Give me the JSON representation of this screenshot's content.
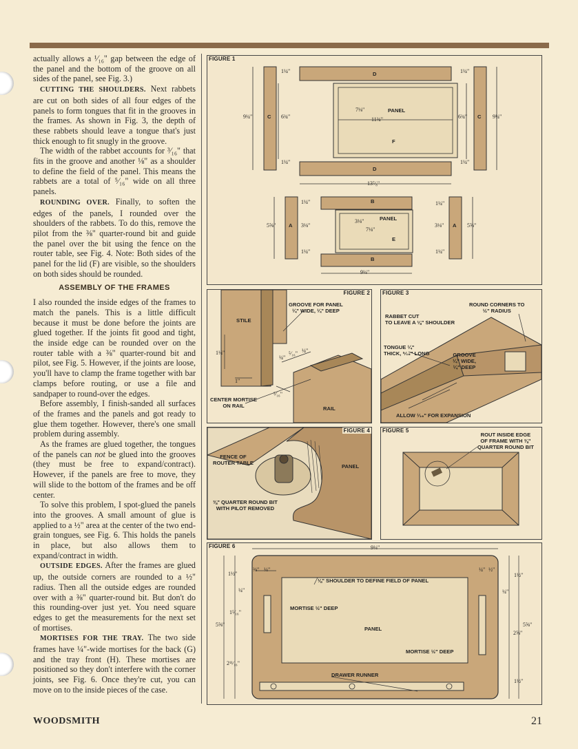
{
  "page": {
    "publication": "WOODSMITH",
    "page_number": "21"
  },
  "body": {
    "p1": "actually allows a ¹⁄₁₆\" gap between the edge of the panel and the bottom of the groove on all sides of the panel, see Fig. 3.)",
    "p2_head": "CUTTING THE SHOULDERS.",
    "p2": " Next rabbets are cut on both sides of all four edges of the panels to form tongues that fit in the grooves in the frames. As shown in Fig. 3, the depth of these rabbets should leave a tongue that's just thick enough to fit snugly in the groove.",
    "p3": "The width of the rabbet accounts for ³⁄₁₆\" that fits in the groove and another ⅛\" as a shoulder to define the field of the panel. This means the rabbets are a total of ⁵⁄₁₆\" wide on all three panels.",
    "p4_head": "ROUNDING OVER.",
    "p4": " Finally, to soften the edges of the panels, I rounded over the shoulders of the rabbets. To do this, remove the pilot from the ⅜\" quarter-round bit and guide the panel over the bit using the fence on the router table, see Fig. 4. Note: Both sides of the panel for the lid (F) are visible, so the shoulders on both sides should be rounded.",
    "h_assembly": "ASSEMBLY OF THE FRAMES",
    "p5": "I also rounded the inside edges of the frames to match the panels. This is a little difficult because it must be done before the joints are glued together. If the joints fit good and tight, the inside edge can be rounded over on the router table with a ⅜\" quarter-round bit and pilot, see Fig. 5. However, if the joints are loose, you'll have to clamp the frame together with bar clamps before routing, or use a file and sandpaper to round-over the edges.",
    "p6": "Before assembly, I finish-sanded all surfaces of the frames and the panels and got ready to glue them together. However, there's one small problem during assembly.",
    "p7a": "As the frames are glued together, the tongues of the panels can ",
    "p7_em": "not",
    "p7b": " be glued into the grooves (they must be free to expand/contract). However, if the panels are free to move, they will slide to the bottom of the frames and be off center.",
    "p8": "To solve this problem, I spot-glued the panels into the grooves. A small amount of glue is applied to a ½\" area at the center of the two end-grain tongues, see Fig. 6. This holds the panels in place, but also allows them to expand/contract in width.",
    "p9_head": "OUTSIDE EDGES.",
    "p9": " After the frames are glued up, the outside corners are rounded to a ½\" radius. Then all the outside edges are rounded over with a ⅜\" quarter-round bit. But don't do this rounding-over just yet. You need square edges to get the measurements for the next set of mortises.",
    "p10_head": "MORTISES FOR THE TRAY.",
    "p10": " The two side frames have ¼\"-wide mortises for the back (G) and the tray front (H). These mortises are positioned so they don't interfere with the corner joints, see Fig. 6. Once they're cut, you can move on to the inside pieces of the case."
  },
  "figures": {
    "fig1": {
      "title": "FIGURE 1",
      "parts": {
        "C": "C",
        "D": "D",
        "F": "F",
        "A": "A",
        "B": "B",
        "E": "E"
      },
      "panel": "PANEL",
      "dims": {
        "top_rail": "1¼\"",
        "left_h": "9¼\"",
        "inner_h": "6¾\"",
        "panel_h": "7⅛\"",
        "panel_w": "11¾\"",
        "bottom_rail": "1¼\"",
        "width": "13⁷⁄₈\"",
        "r_top": "1¼\"",
        "r_inner": "6¾\"",
        "r_h": "9¼\"",
        "r_bottom": "1¼\"",
        "s_top": "1¼\"",
        "s_h": "5⅝\"",
        "s_inner": "3⅛\"",
        "s_panel_h": "3⅛\"",
        "s_panel_w": "7⅛\"",
        "s_bottom": "1¼\"",
        "s_width": "9¼\"",
        "sr_top": "1¼\"",
        "sr_inner": "3⅛\"",
        "sr_h": "5⅝\"",
        "sr_bottom": "1¼\""
      }
    },
    "fig2": {
      "title": "FIGURE 2",
      "groove": "GROOVE FOR PANEL\n¼\" WIDE, ¼\" DEEP",
      "stile": "STILE",
      "rail": "RAIL",
      "mortise": "CENTER MORTISE\nON RAIL",
      "d1": "1¼\"",
      "d2": "1\"",
      "d3": "⁵⁄₁₆\"",
      "d4": "¼\"",
      "d5": "⁵⁄₁₆\"",
      "d6": "¼\""
    },
    "fig3": {
      "title": "FIGURE 3",
      "round": "ROUND CORNERS TO\n½\" RADIUS",
      "rabbet": "RABBET CUT\nTO LEAVE A ⅛\" SHOULDER",
      "tongue": "TONGUE ¼\"\nTHICK, ⁵⁄₁₆\" LONG",
      "groove": "GROOVE\n¼\" WIDE,\n¼\" DEEP",
      "allow": "ALLOW ¹⁄₁₆\" FOR EXPANSION"
    },
    "fig4": {
      "title": "FIGURE 4",
      "fence": "FENCE OF\nROUTER TABLE",
      "panel": "PANEL",
      "bit": "⅜\" QUARTER ROUND BIT\nWITH PILOT REMOVED"
    },
    "fig5": {
      "title": "FIGURE 5",
      "rout": "ROUT INSIDE EDGE\nOF FRAME WITH ⅜\"\nQUARTER ROUND BIT"
    },
    "fig6": {
      "title": "FIGURE 6",
      "shoulder": "⅛\" SHOULDER TO DEFINE FIELD OF PANEL",
      "mortise1": "MORTISE ½\" DEEP",
      "mortise2": "MORTISE ½\" DEEP",
      "panel": "PANEL",
      "runner": "DRAWER RUNNER",
      "width": "9¼\"",
      "l1": "1½\"",
      "l2": "¼\"",
      "l3": "1⁵⁄₁₆\"",
      "l4": "5⅝\"",
      "l5": "2¹¹⁄₁₆\"",
      "t1": "⅜\"",
      "t2": "¼\"",
      "t3": "¼\"",
      "t4": "½\"",
      "r1": "1½\"",
      "r2": "¼\"",
      "r3": "5⅝\"",
      "r4": "2⅝\"",
      "r5": "1½\""
    }
  }
}
